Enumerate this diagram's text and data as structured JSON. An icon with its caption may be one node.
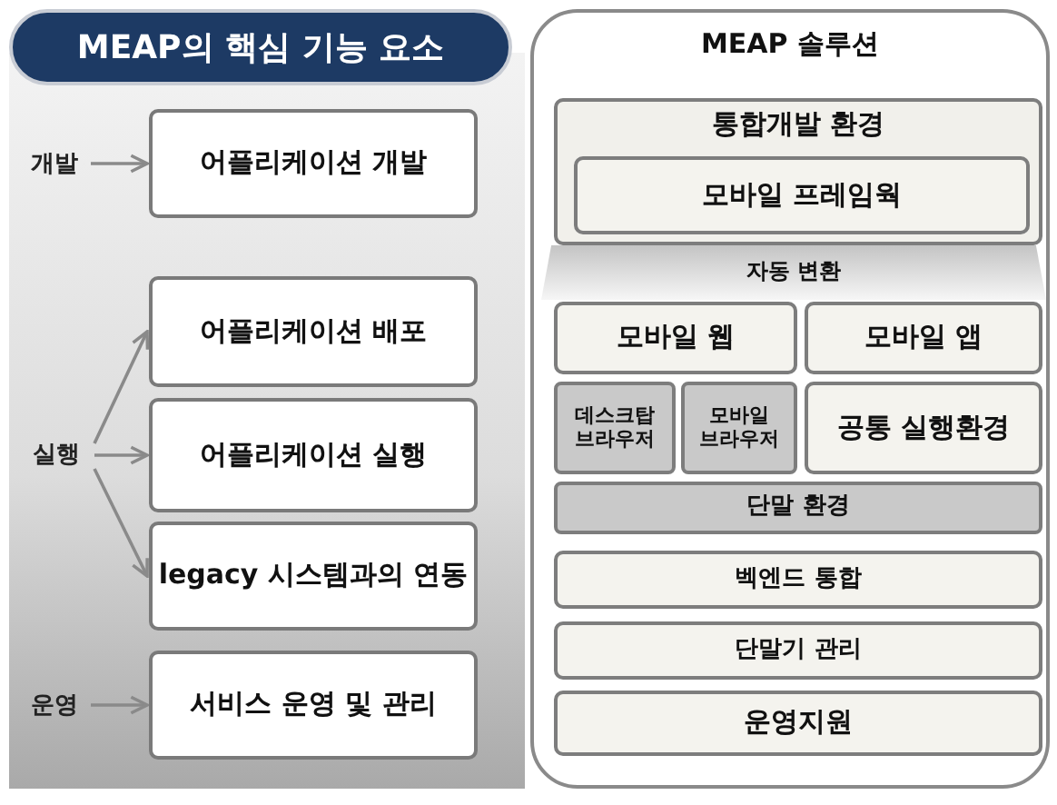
{
  "diagram": {
    "nodes": [
      {
        "text": [
          "MEAP의 핵심 기능 요소"
        ]
      },
      {
        "text": [
          "개발"
        ],
        "in": 0
      },
      {
        "text": [
          "어플리케이션 개발"
        ],
        "in": 0
      },
      {
        "text": [
          "어플리케이션 배포"
        ],
        "in": 0
      },
      {
        "text": [
          "실행"
        ],
        "in": 0
      },
      {
        "text": [
          "어플리케이션 실행"
        ],
        "in": 0
      },
      {
        "text": [
          "legacy 시스템과의 연동"
        ],
        "in": 0
      },
      {
        "text": [
          "운영"
        ],
        "in": 0
      },
      {
        "text": [
          "서비스 운영 및 관리"
        ],
        "in": 0
      },
      {
        "text": [
          "MEAP 솔루션"
        ]
      },
      {
        "text": [
          "통합개발 환경"
        ],
        "in": 9
      },
      {
        "text": [
          "모바일 프레임웍"
        ],
        "in": 10
      },
      {
        "text": [
          "자동 변환"
        ],
        "in": 9
      },
      {
        "text": [
          "모바일 웹"
        ],
        "in": 9
      },
      {
        "text": [
          "모바일 앱"
        ],
        "in": 9
      },
      {
        "text": [
          "데스크탑 브라우저"
        ],
        "in": 9
      },
      {
        "text": [
          "모바일 브라우저"
        ],
        "in": 9
      },
      {
        "text": [
          "공통 실행환경"
        ],
        "in": 9
      },
      {
        "text": [
          "단말 환경"
        ],
        "in": 9
      },
      {
        "text": [
          "벡엔드 통합"
        ],
        "in": 9
      },
      {
        "text": [
          "단말기 관리"
        ],
        "in": 9
      },
      {
        "text": [
          "운영지원"
        ],
        "in": 9
      }
    ],
    "edges": [
      {
        "from": 1,
        "to": 2,
        "arrow": "to"
      },
      {
        "from": 4,
        "to": 3,
        "arrow": "to"
      },
      {
        "from": 4,
        "to": 5,
        "arrow": "to"
      },
      {
        "from": 4,
        "to": 6,
        "arrow": "to"
      },
      {
        "from": 7,
        "to": 8,
        "arrow": "to"
      }
    ]
  }
}
